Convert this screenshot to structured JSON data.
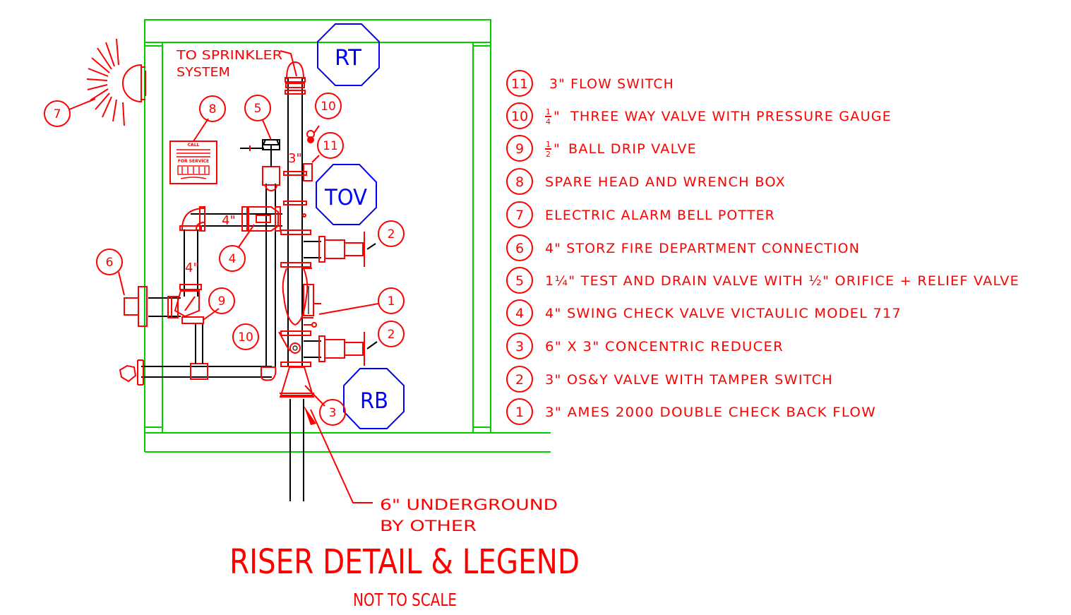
{
  "title": "RISER DETAIL & LEGEND",
  "subtitle": "NOT TO SCALE",
  "labels": {
    "to_sprinkler_line1": "TO SPRINKLER",
    "to_sprinkler_line2": "SYSTEM",
    "underground_line1": "6\" UNDERGROUND",
    "underground_line2": "BY OTHER",
    "pipe_4_horizontal": "4\"",
    "pipe_4_vertical": "4\"",
    "pipe_3": "3\""
  },
  "stop_signs": {
    "rt": "RT",
    "tov": "TOV",
    "rb": "RB"
  },
  "callouts": [
    "8",
    "5",
    "10",
    "11",
    "7",
    "6",
    "4",
    "9",
    "2",
    "1",
    "10",
    "2",
    "3"
  ],
  "box_text": {
    "line1": "CALL",
    "line4": "FOR SERVICE"
  },
  "legend": [
    {
      "num": "11",
      "text": "3\"  FLOW  SWITCH"
    },
    {
      "num": "10",
      "frac": "1/4",
      "text": "THREE  WAY  VALVE  WITH  PRESSURE  GAUGE"
    },
    {
      "num": "9",
      "frac": "1/2",
      "text": "BALL  DRIP  VALVE"
    },
    {
      "num": "8",
      "text": "SPARE  HEAD  AND  WRENCH  BOX"
    },
    {
      "num": "7",
      "text": "ELECTRIC  ALARM  BELL  POTTER"
    },
    {
      "num": "6",
      "text": "4\"  STORZ  FIRE  DEPARTMENT  CONNECTION"
    },
    {
      "num": "5",
      "text": "1¼\"  TEST  AND  DRAIN  VALVE  WITH  ½\"  ORIFICE  +  RELIEF  VALVE"
    },
    {
      "num": "4",
      "text": "4\"  SWING  CHECK  VALVE  VICTAULIC  MODEL  717"
    },
    {
      "num": "3",
      "text": "6\"  X  3\"  CONCENTRIC  REDUCER"
    },
    {
      "num": "2",
      "text": "3\"  OS&Y  VALVE  WITH  TAMPER  SWITCH"
    },
    {
      "num": "1",
      "text": "3\"  AMES  2000  DOUBLE  CHECK  BACK  FLOW"
    }
  ],
  "colors": {
    "linework": "#ff0000",
    "enclosure": "#00cc00",
    "signs": "#0000ff",
    "pipe": "#000000"
  }
}
